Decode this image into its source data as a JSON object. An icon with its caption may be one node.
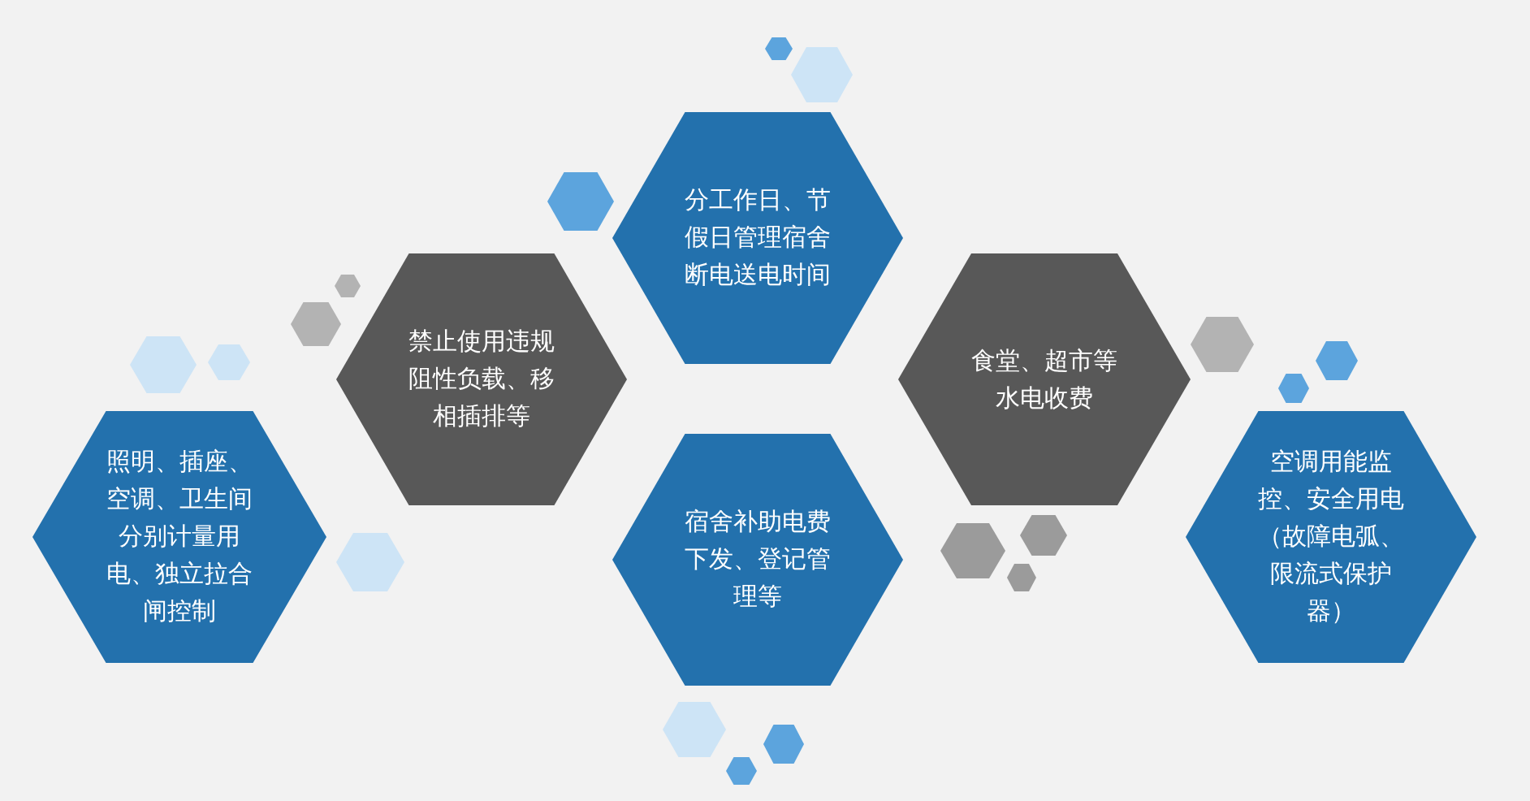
{
  "diagram": {
    "nodes": [
      {
        "text": [
          "照明、插座、空调、卫生间分别计量用电、独立拉合闸控制"
        ]
      },
      {
        "text": [],
        "shape": "hexagon"
      },
      {
        "text": [],
        "shape": "hexagon"
      },
      {
        "text": [],
        "shape": "hexagon"
      },
      {
        "text": [],
        "shape": "hexagon"
      },
      {
        "text": [
          "禁止使用违规阻性负载、移相插排等"
        ]
      },
      {
        "text": [],
        "shape": "hexagon"
      },
      {
        "text": [],
        "shape": "hexagon"
      },
      {
        "text": [
          "分工作日、节假日管理宿舍断电送电时间"
        ]
      },
      {
        "text": [
          "宿舍补助电费下发、登记管理等"
        ]
      },
      {
        "text": [],
        "shape": "hexagon"
      },
      {
        "text": [],
        "shape": "hexagon"
      },
      {
        "text": [],
        "shape": "hexagon"
      },
      {
        "text": [],
        "shape": "hexagon"
      },
      {
        "text": [],
        "shape": "hexagon"
      },
      {
        "text": [
          "食堂、超市等水电收费"
        ]
      },
      {
        "text": [],
        "shape": "hexagon"
      },
      {
        "text": [],
        "shape": "hexagon"
      },
      {
        "text": [],
        "shape": "hexagon"
      },
      {
        "text": [
          "空调用能监控、安全用电（故障电弧、限流式保护器）"
        ]
      },
      {
        "text": [],
        "shape": "hexagon"
      },
      {
        "text": [],
        "shape": "hexagon"
      },
      {
        "text": [],
        "shape": "hexagon"
      }
    ]
  }
}
